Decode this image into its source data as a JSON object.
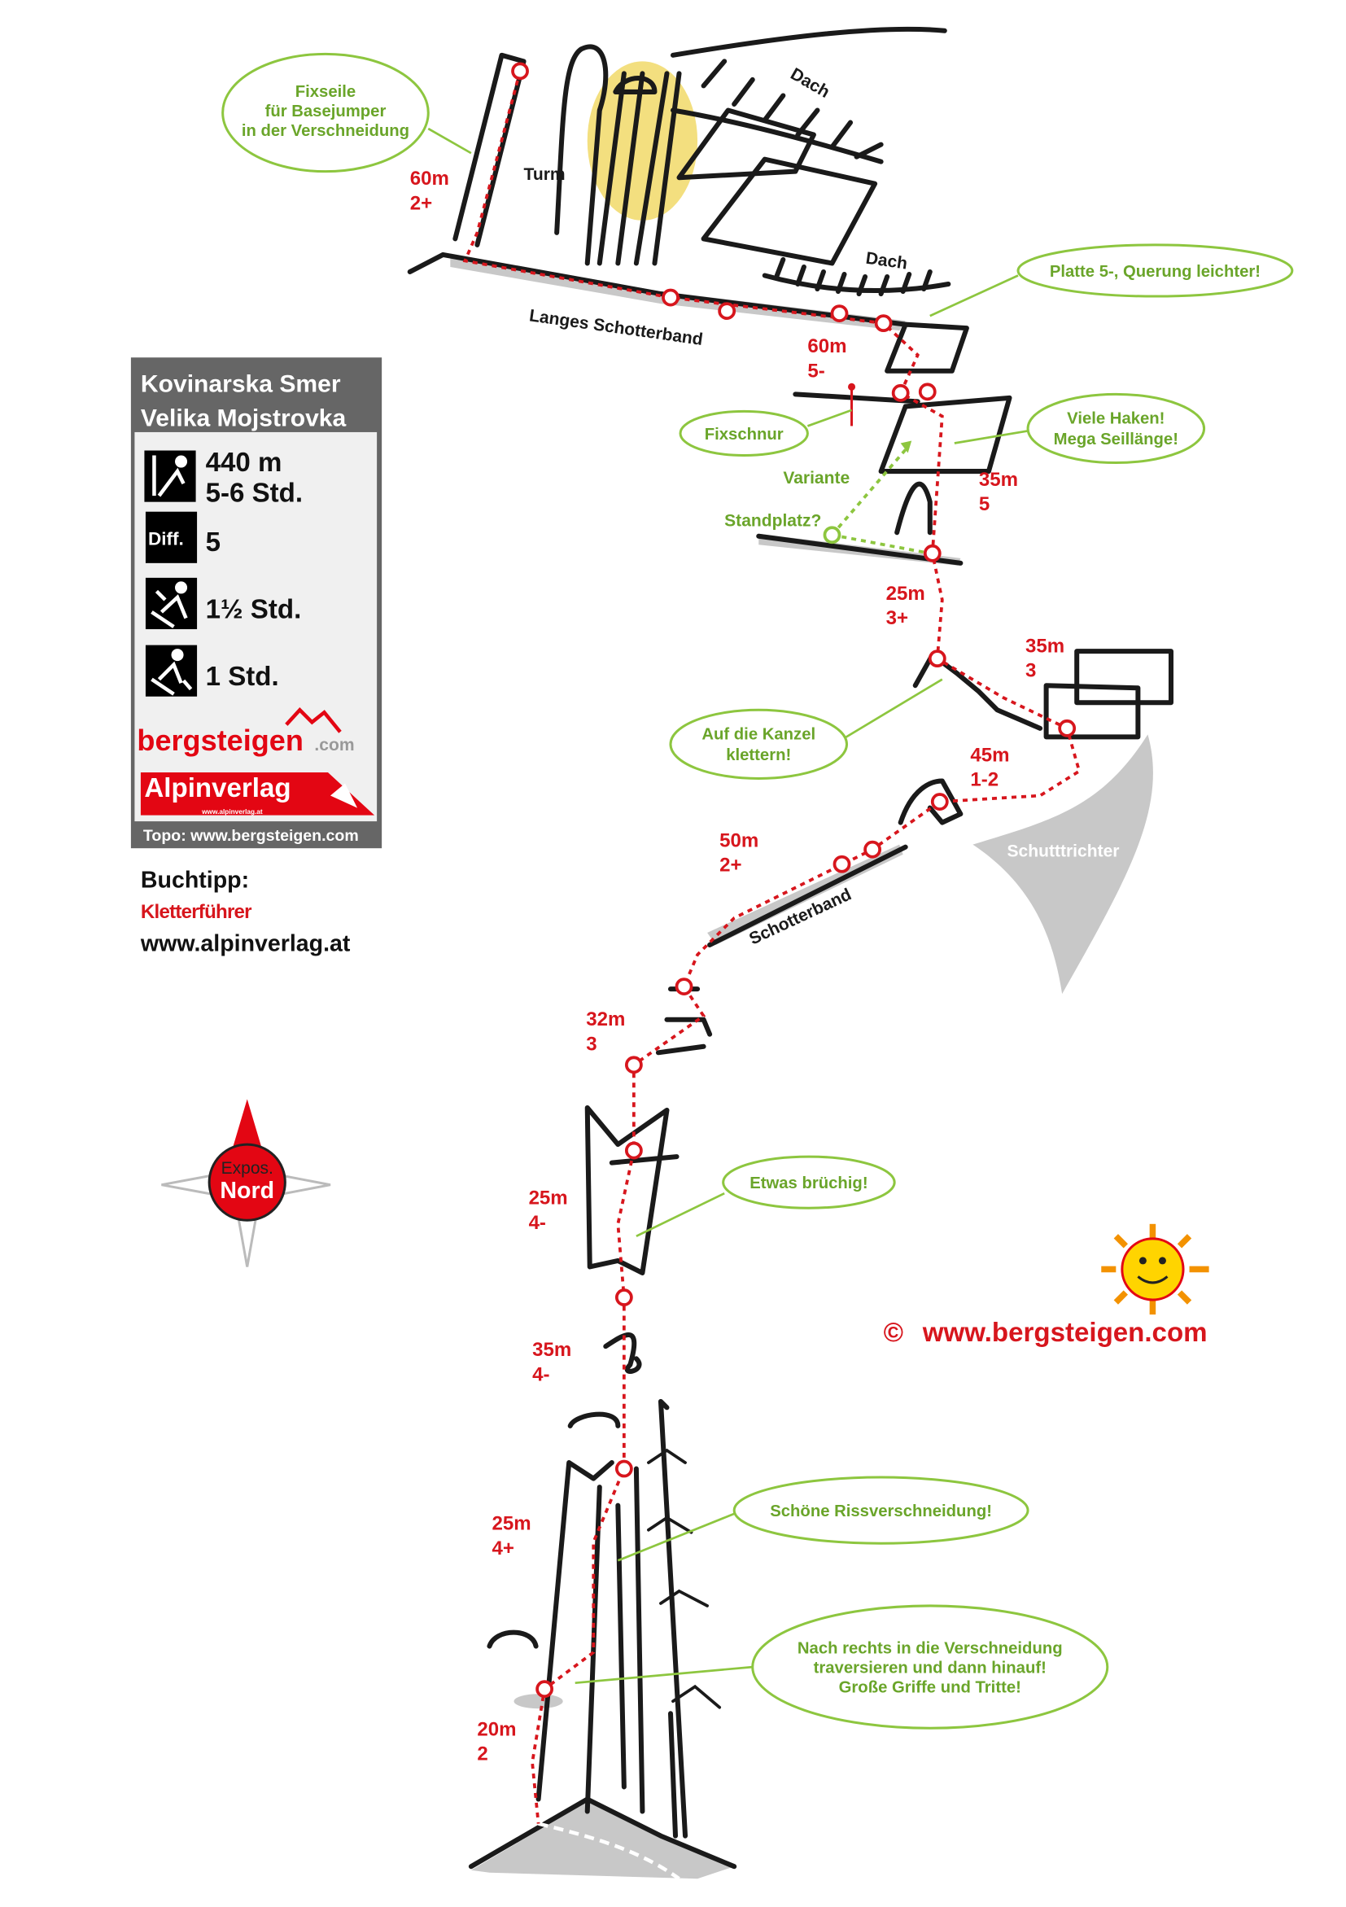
{
  "info_box": {
    "title_line1": "Kovinarska Smer",
    "title_line2": "Velika Mojstrovka",
    "length": "440 m",
    "duration": "5-6 Std.",
    "difficulty_icon": "Diff.",
    "difficulty": "5",
    "approach": "1½ Std.",
    "descent": "1 Std.",
    "logo1": "bergsteigen",
    "logo1_suffix": ".com",
    "logo2": "Alpinverlag",
    "logo2_url": "www.alpinverlag.at",
    "footer": "Topo: www.bergsteigen.com"
  },
  "book_tip": {
    "heading": "Buchtipp:",
    "title": "Kletterführer",
    "url": "www.alpinverlag.at"
  },
  "compass": {
    "line1": "Expos.",
    "line2": "Nord"
  },
  "copyright": {
    "symbol": "©",
    "url": "www.bergsteigen.com"
  },
  "terrain_labels": {
    "turm": "Turm",
    "dach1": "Dach",
    "dach2": "Dach",
    "langes_schotterband": "Langes Schotterband",
    "schotterband": "Schotterband",
    "schutttrichter": "Schutttrichter",
    "variante": "Variante",
    "standplatz": "Standplatz?"
  },
  "callouts": [
    {
      "lines": [
        "Fixseile",
        "für Basejumper",
        "in der Verschneidung"
      ]
    },
    {
      "lines": [
        "Platte 5-, Querung leichter!"
      ]
    },
    {
      "lines": [
        "Fixschnur"
      ]
    },
    {
      "lines": [
        "Viele Haken!",
        "Mega Seillänge!"
      ]
    },
    {
      "lines": [
        "Auf die Kanzel",
        "klettern!"
      ]
    },
    {
      "lines": [
        "Etwas brüchig!"
      ]
    },
    {
      "lines": [
        "Schöne Rissverschneidung!"
      ]
    },
    {
      "lines": [
        "Nach rechts in die Verschneidung",
        "traversieren und dann hinauf!",
        "Große Griffe und Tritte!"
      ]
    }
  ],
  "pitches": [
    {
      "length": "60m",
      "grade": "2+"
    },
    {
      "length": "60m",
      "grade": "5-"
    },
    {
      "length": "35m",
      "grade": "5"
    },
    {
      "length": "25m",
      "grade": "3+"
    },
    {
      "length": "35m",
      "grade": "3"
    },
    {
      "length": "45m",
      "grade": "1-2"
    },
    {
      "length": "50m",
      "grade": "2+"
    },
    {
      "length": "32m",
      "grade": "3"
    },
    {
      "length": "25m",
      "grade": "4-"
    },
    {
      "length": "35m",
      "grade": "4-"
    },
    {
      "length": "25m",
      "grade": "4+"
    },
    {
      "length": "20m",
      "grade": "2"
    }
  ],
  "colors": {
    "route": "#d7161d",
    "callout": "#8dc63f",
    "box_header": "#666666",
    "scree": "#c8c8c8",
    "highlight": "#f3df7f"
  }
}
